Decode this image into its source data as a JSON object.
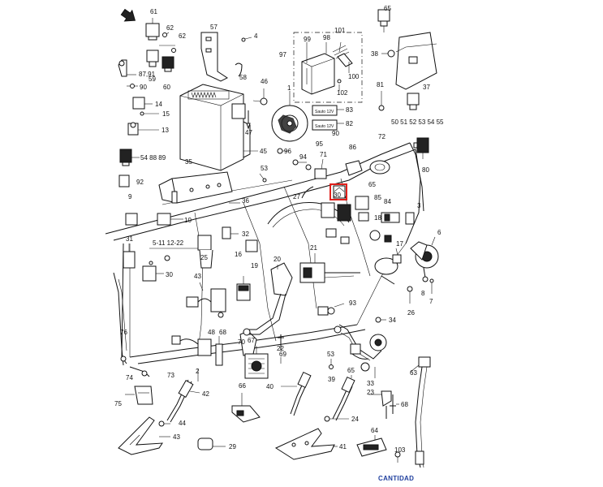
{
  "footer": {
    "link_label": "CANTIDAD"
  },
  "highlight": {
    "part_number": "30"
  },
  "small_labels": {
    "tag_a": "Sauto 12V",
    "tag_b": "Sauto 12V"
  },
  "colors": {
    "highlight": "#e0201b",
    "link": "#1f3f9e",
    "ink": "#111111"
  },
  "callouts": [
    {
      "id": "c61",
      "text": "61"
    },
    {
      "id": "c62",
      "text": "62"
    },
    {
      "id": "c62b",
      "text": "62"
    },
    {
      "id": "c57",
      "text": "57"
    },
    {
      "id": "c4",
      "text": "4"
    },
    {
      "id": "c99",
      "text": "99"
    },
    {
      "id": "c98",
      "text": "98"
    },
    {
      "id": "c101",
      "text": "101"
    },
    {
      "id": "c97",
      "text": "97"
    },
    {
      "id": "c100",
      "text": "100"
    },
    {
      "id": "c102",
      "text": "102"
    },
    {
      "id": "c58",
      "text": "58"
    },
    {
      "id": "c8791",
      "text": "87,91"
    },
    {
      "id": "c90",
      "text": "90"
    },
    {
      "id": "c59",
      "text": "59"
    },
    {
      "id": "c60",
      "text": "60"
    },
    {
      "id": "c46",
      "text": "46"
    },
    {
      "id": "c1",
      "text": "1"
    },
    {
      "id": "c83",
      "text": "83"
    },
    {
      "id": "c82",
      "text": "82"
    },
    {
      "id": "c14",
      "text": "14"
    },
    {
      "id": "c15",
      "text": "15"
    },
    {
      "id": "c13",
      "text": "13"
    },
    {
      "id": "c47",
      "text": "47"
    },
    {
      "id": "c5488",
      "text": "54 88 89"
    },
    {
      "id": "c45",
      "text": "45"
    },
    {
      "id": "c92",
      "text": "92"
    },
    {
      "id": "c9",
      "text": "9"
    },
    {
      "id": "c35",
      "text": "35"
    },
    {
      "id": "c53",
      "text": "53"
    },
    {
      "id": "c36",
      "text": "36"
    },
    {
      "id": "c10",
      "text": "10"
    },
    {
      "id": "c32",
      "text": "32"
    },
    {
      "id": "c31",
      "text": "31"
    },
    {
      "id": "c511",
      "text": "5-11  12-22"
    },
    {
      "id": "c25",
      "text": "25"
    },
    {
      "id": "c30",
      "text": "30"
    },
    {
      "id": "c16",
      "text": "16"
    },
    {
      "id": "c19",
      "text": "19"
    },
    {
      "id": "c43",
      "text": "43"
    },
    {
      "id": "c76",
      "text": "76"
    },
    {
      "id": "c48",
      "text": "48"
    },
    {
      "id": "c68",
      "text": "68"
    },
    {
      "id": "c70",
      "text": "70"
    },
    {
      "id": "c67",
      "text": "67"
    },
    {
      "id": "c69",
      "text": "69"
    },
    {
      "id": "c74",
      "text": "74"
    },
    {
      "id": "c73",
      "text": "73"
    },
    {
      "id": "c75",
      "text": "75"
    },
    {
      "id": "c2",
      "text": "2"
    },
    {
      "id": "c42",
      "text": "42"
    },
    {
      "id": "c44",
      "text": "44"
    },
    {
      "id": "c43b",
      "text": "43"
    },
    {
      "id": "c29",
      "text": "29"
    },
    {
      "id": "c66",
      "text": "66"
    },
    {
      "id": "c40",
      "text": "40"
    },
    {
      "id": "c65",
      "text": "65"
    },
    {
      "id": "c85",
      "text": "85"
    },
    {
      "id": "c65b",
      "text": "65"
    },
    {
      "id": "c38",
      "text": "38"
    },
    {
      "id": "c81",
      "text": "81"
    },
    {
      "id": "c37",
      "text": "37"
    },
    {
      "id": "c50",
      "text": "50 51 52 53 54 55"
    },
    {
      "id": "c72",
      "text": "72"
    },
    {
      "id": "c95",
      "text": "95"
    },
    {
      "id": "c90b",
      "text": "90"
    },
    {
      "id": "c94",
      "text": "94"
    },
    {
      "id": "c96",
      "text": "96"
    },
    {
      "id": "c71",
      "text": "71"
    },
    {
      "id": "c86",
      "text": "86"
    },
    {
      "id": "c80",
      "text": "80"
    },
    {
      "id": "c27",
      "text": "27"
    },
    {
      "id": "c65c",
      "text": "65"
    },
    {
      "id": "c84",
      "text": "84"
    },
    {
      "id": "c3",
      "text": "3"
    },
    {
      "id": "c18",
      "text": "18"
    },
    {
      "id": "c17",
      "text": "17"
    },
    {
      "id": "c6",
      "text": "6"
    },
    {
      "id": "c21",
      "text": "21"
    },
    {
      "id": "c20",
      "text": "20"
    },
    {
      "id": "c26",
      "text": "26"
    },
    {
      "id": "c7",
      "text": "7"
    },
    {
      "id": "c93",
      "text": "93"
    },
    {
      "id": "c34",
      "text": "34"
    },
    {
      "id": "c22",
      "text": "22"
    },
    {
      "id": "c39",
      "text": "39"
    },
    {
      "id": "c53b",
      "text": "53"
    },
    {
      "id": "c33",
      "text": "33"
    },
    {
      "id": "c23",
      "text": "23"
    },
    {
      "id": "c63",
      "text": "63"
    },
    {
      "id": "c68b",
      "text": "68"
    },
    {
      "id": "c24",
      "text": "24"
    },
    {
      "id": "c64",
      "text": "64"
    },
    {
      "id": "c41",
      "text": "41"
    },
    {
      "id": "c103",
      "text": "103"
    },
    {
      "id": "c8",
      "text": "8"
    }
  ]
}
